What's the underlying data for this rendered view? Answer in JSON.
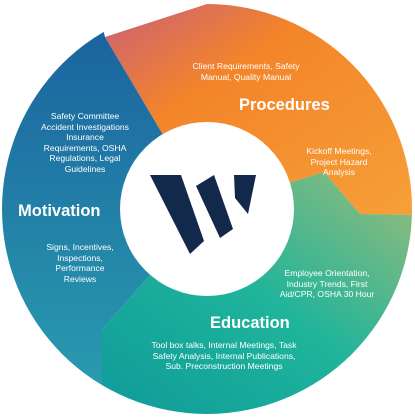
{
  "colors": {
    "procedures": "#f3842a",
    "procedures_light": "#f6a038",
    "procedures_dark": "#c9607a",
    "education": "#1fb49b",
    "education_light": "#9fbc78",
    "education_dark": "#0f9a9a",
    "motivation": "#1c77b4",
    "motivation_light": "#2aa0b0",
    "motivation_dark": "#1a5e9e",
    "logo": "#13294b",
    "center": "#ffffff"
  },
  "logo": {
    "icon": "w-logo-icon"
  },
  "procedures": {
    "title": "Procedures",
    "items_top": [
      "Client Requirements, Safety",
      "Manual, Quality Manual"
    ],
    "items_bottom": [
      "Kickoff Meetings,",
      "Project Hazard",
      "Analysis"
    ]
  },
  "education": {
    "title": "Education",
    "items_top": [
      "Employee Orientation,",
      "Industry Trends, First",
      "Aid/CPR, OSHA 30 Hour"
    ],
    "items_bottom": [
      "Tool box talks, Internal Meetings, Task",
      "Safety Analysis, Internal Publications,",
      "Sub. Preconstruction Meetings"
    ]
  },
  "motivation": {
    "title": "Motivation",
    "items_top": [
      "Safety Committee",
      "Accident Investigations",
      "Insurance",
      "Requirements, OSHA",
      "Regulations, Legal",
      "Guidelines"
    ],
    "items_bottom": [
      "Signs, Incentives,",
      "Inspections,",
      "Performance",
      "Reviews"
    ]
  }
}
